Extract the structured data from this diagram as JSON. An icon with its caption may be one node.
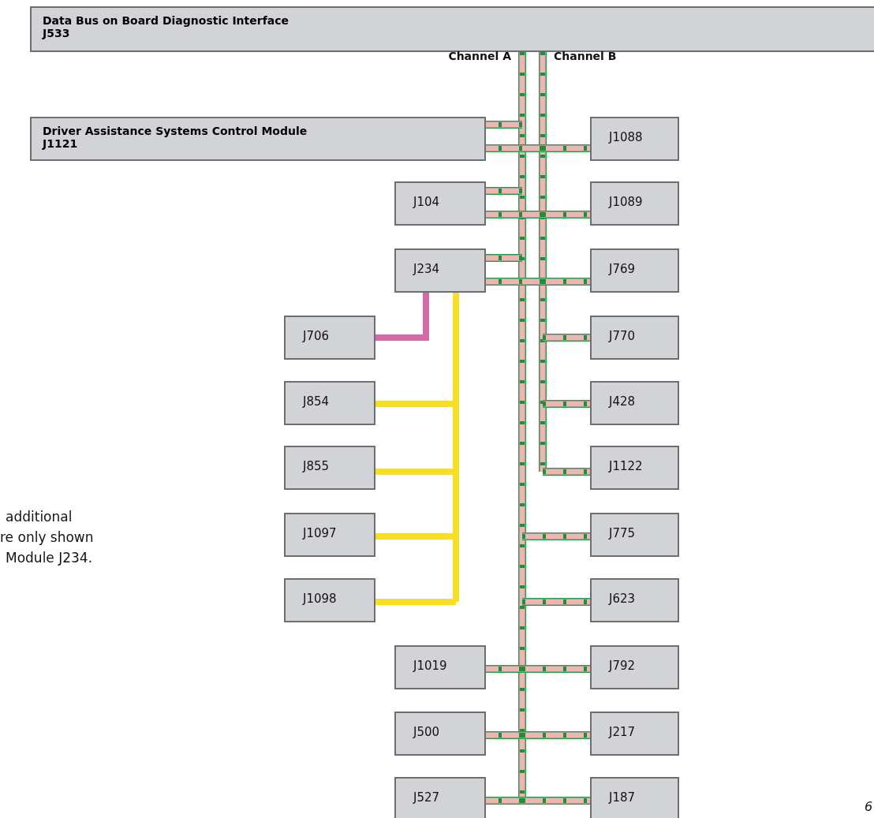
{
  "diagram": {
    "nodes": [
      {
        "text": [
          "Data Bus on Board Diagnostic Interface",
          "J533"
        ]
      },
      {
        "text": [
          "Driver Assistance Systems Control Module",
          "J1121"
        ]
      },
      {
        "text": [
          "J1088"
        ]
      },
      {
        "text": [
          "J104"
        ]
      },
      {
        "text": [
          "J1089"
        ]
      },
      {
        "text": [
          "J234"
        ]
      },
      {
        "text": [
          "J769"
        ]
      },
      {
        "text": [
          "J706"
        ]
      },
      {
        "text": [
          "J770"
        ]
      },
      {
        "text": [
          "J854"
        ]
      },
      {
        "text": [
          "J428"
        ]
      },
      {
        "text": [
          "J855"
        ]
      },
      {
        "text": [
          "J1122"
        ]
      },
      {
        "text": [
          "J1097"
        ]
      },
      {
        "text": [
          "J775"
        ]
      },
      {
        "text": [
          "J1098"
        ]
      },
      {
        "text": [
          "J623"
        ]
      },
      {
        "text": [
          "J1019"
        ]
      },
      {
        "text": [
          "J792"
        ]
      },
      {
        "text": [
          "J500"
        ]
      },
      {
        "text": [
          "J217"
        ]
      },
      {
        "text": [
          "J527"
        ]
      },
      {
        "text": [
          "J187"
        ]
      }
    ],
    "edges": [
      {
        "from": 0,
        "to": 1,
        "arrow": "none"
      },
      {
        "from": 0,
        "to": 1,
        "arrow": "none"
      },
      {
        "from": 0,
        "to": 2,
        "arrow": "none"
      },
      {
        "from": 0,
        "to": 3,
        "arrow": "none"
      },
      {
        "from": 0,
        "to": 3,
        "arrow": "none"
      },
      {
        "from": 0,
        "to": 4,
        "arrow": "none"
      },
      {
        "from": 0,
        "to": 5,
        "arrow": "none"
      },
      {
        "from": 0,
        "to": 5,
        "arrow": "none"
      },
      {
        "from": 0,
        "to": 6,
        "arrow": "none"
      },
      {
        "from": 0,
        "to": 8,
        "arrow": "none"
      },
      {
        "from": 0,
        "to": 10,
        "arrow": "none"
      },
      {
        "from": 0,
        "to": 12,
        "arrow": "none"
      },
      {
        "from": 0,
        "to": 14,
        "arrow": "none"
      },
      {
        "from": 0,
        "to": 16,
        "arrow": "none"
      },
      {
        "from": 0,
        "to": 17,
        "arrow": "none"
      },
      {
        "from": 0,
        "to": 18,
        "arrow": "none"
      },
      {
        "from": 0,
        "to": 19,
        "arrow": "none"
      },
      {
        "from": 0,
        "to": 20,
        "arrow": "none"
      },
      {
        "from": 0,
        "to": 21,
        "arrow": "none"
      },
      {
        "from": 0,
        "to": 22,
        "arrow": "none"
      },
      {
        "from": 5,
        "to": 7,
        "arrow": "none",
        "color": "#d66aa8"
      },
      {
        "from": 5,
        "to": 9,
        "arrow": "none",
        "color": "#f7df26"
      },
      {
        "from": 5,
        "to": 11,
        "arrow": "none",
        "color": "#f7df26"
      },
      {
        "from": 5,
        "to": 13,
        "arrow": "none",
        "color": "#f7df26"
      },
      {
        "from": 5,
        "to": 15,
        "arrow": "none",
        "color": "#f7df26"
      }
    ],
    "labels": [
      "Channel A",
      "Channel B",
      "additional",
      "re only shown",
      "Module J234.",
      "6"
    ]
  }
}
